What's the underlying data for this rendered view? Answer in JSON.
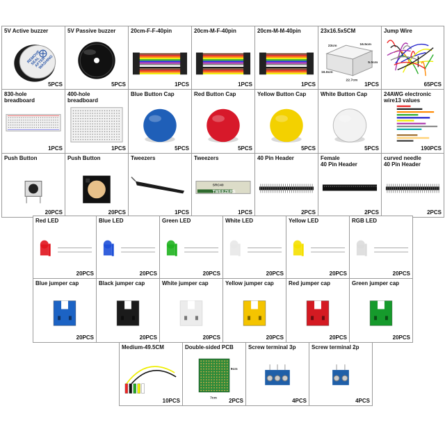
{
  "rows": [
    [
      {
        "name": "active-buzzer",
        "label": "5V Active buzzer",
        "qty": "5PCS",
        "img": "buzzer-active",
        "sticker": [
          "REMOVE",
          "SEAL",
          "AFTER",
          "WASHING"
        ]
      },
      {
        "name": "passive-buzzer",
        "label": "5V Passive buzzer",
        "qty": "5PCS",
        "img": "buzzer-passive"
      },
      {
        "name": "wire-ff",
        "label": "20cm-F-F-40pin",
        "qty": "1PCS",
        "img": "ribbon"
      },
      {
        "name": "wire-mf",
        "label": "20cm-M-F-40pin",
        "qty": "1PCS",
        "img": "ribbon"
      },
      {
        "name": "wire-mm",
        "label": "20cm-M-M-40pin",
        "qty": "1PCS",
        "img": "ribbon"
      },
      {
        "name": "storage-box",
        "label": "23x16.5x5CM",
        "qty": "1PCS",
        "img": "box",
        "dims": [
          "23cm",
          "16.5cm",
          "5.0cm",
          "16.6cm",
          "22.7cm"
        ]
      },
      {
        "name": "jump-wire",
        "label": "Jump  Wire",
        "qty": "65PCS",
        "img": "jumpwire"
      }
    ],
    [
      {
        "name": "breadboard-830",
        "label": "830-hole\nbreadboard",
        "qty": "1PCS",
        "img": "breadboard-long"
      },
      {
        "name": "breadboard-400",
        "label": "400-hole\nbreadboard",
        "qty": "1PCS",
        "img": "breadboard-half"
      },
      {
        "name": "blue-button-cap",
        "label": "Blue Button Cap",
        "qty": "5PCS",
        "img": "cap",
        "color": "#1f5fb8"
      },
      {
        "name": "red-button-cap",
        "label": "Red Button Cap",
        "qty": "5PCS",
        "img": "cap",
        "color": "#d7192a"
      },
      {
        "name": "yellow-button-cap",
        "label": "Yellow Button Cap",
        "qty": "5PCS",
        "img": "cap",
        "color": "#f3d100"
      },
      {
        "name": "white-button-cap",
        "label": "White Button Cap",
        "qty": "5PCS",
        "img": "cap",
        "color": "#f2f2f2"
      },
      {
        "name": "awg-wire",
        "label": "24AWG electronic\nwire13 values",
        "qty": "190PCS",
        "img": "awg"
      }
    ],
    [
      {
        "name": "push-button-small",
        "label": "Push Button",
        "qty": "20PCS",
        "img": "switch-small"
      },
      {
        "name": "push-button-large",
        "label": "Push Button",
        "qty": "20PCS",
        "img": "switch-large"
      },
      {
        "name": "tweezers-black",
        "label": "Tweezers",
        "qty": "1PCS",
        "img": "tweezers"
      },
      {
        "name": "tweezers-boxed",
        "label": "Tweezers",
        "qty": "1PCS",
        "img": "tweezer-pack",
        "pack_code": "SRC40",
        "pack_text": "TWEEZERS"
      },
      {
        "name": "pin-header-male",
        "label": "40 Pin Header",
        "qty": "2PCS",
        "img": "header"
      },
      {
        "name": "pin-header-female",
        "label": "Female\n40 Pin Header",
        "qty": "2PCS",
        "img": "header-female"
      },
      {
        "name": "pin-header-curved",
        "label": "curved needle\n40 Pin Header",
        "qty": "2PCS",
        "img": "header"
      }
    ],
    [
      {
        "name": "red-led",
        "label": "Red LED",
        "qty": "20PCS",
        "img": "led",
        "color": "#e0141d"
      },
      {
        "name": "blue-led",
        "label": "Blue LED",
        "qty": "20PCS",
        "img": "led",
        "color": "#1e4fd8"
      },
      {
        "name": "green-led",
        "label": "Green LED",
        "qty": "20PCS",
        "img": "led",
        "color": "#1fb21f"
      },
      {
        "name": "white-led",
        "label": "White LED",
        "qty": "20PCS",
        "img": "led",
        "color": "#e8e8e8"
      },
      {
        "name": "yellow-led",
        "label": "Yellow LED",
        "qty": "20PCS",
        "img": "led",
        "color": "#f5e000"
      },
      {
        "name": "rgb-led",
        "label": "RGB LED",
        "qty": "20PCS",
        "img": "led",
        "color": "#dcdcdc"
      }
    ],
    [
      {
        "name": "blue-jumper-cap",
        "label": "Blue jumper cap",
        "qty": "20PCS",
        "img": "jumper",
        "color": "#1c63c4"
      },
      {
        "name": "black-jumper-cap",
        "label": "Black jumper cap",
        "qty": "20PCS",
        "img": "jumper",
        "color": "#1b1b1b"
      },
      {
        "name": "white-jumper-cap",
        "label": "White jumper cap",
        "qty": "20PCS",
        "img": "jumper",
        "color": "#ececec"
      },
      {
        "name": "yellow-jumper-cap",
        "label": "Yellow jumper cap",
        "qty": "20PCS",
        "img": "jumper",
        "color": "#f4c400"
      },
      {
        "name": "red-jumper-cap",
        "label": "Red jumper cap",
        "qty": "20PCS",
        "img": "jumper",
        "color": "#d41a22"
      },
      {
        "name": "green-jumper-cap",
        "label": "Green jumper cap",
        "qty": "20PCS",
        "img": "jumper",
        "color": "#169a2c"
      }
    ],
    [
      {
        "name": "alligator-clip-wire",
        "label": "Medium-49.5CM",
        "qty": "10PCS",
        "img": "clips"
      },
      {
        "name": "double-sided-pcb",
        "label": "Double-sided PCB",
        "qty": "2PCS",
        "img": "pcb",
        "dims": [
          "9cm",
          "7cm"
        ]
      },
      {
        "name": "screw-terminal-3p",
        "label": "Screw terminal 3p",
        "qty": "4PCS",
        "img": "terminal3"
      },
      {
        "name": "screw-terminal-2p",
        "label": "Screw terminal 2p",
        "qty": "4PCS",
        "img": "terminal2"
      }
    ]
  ]
}
